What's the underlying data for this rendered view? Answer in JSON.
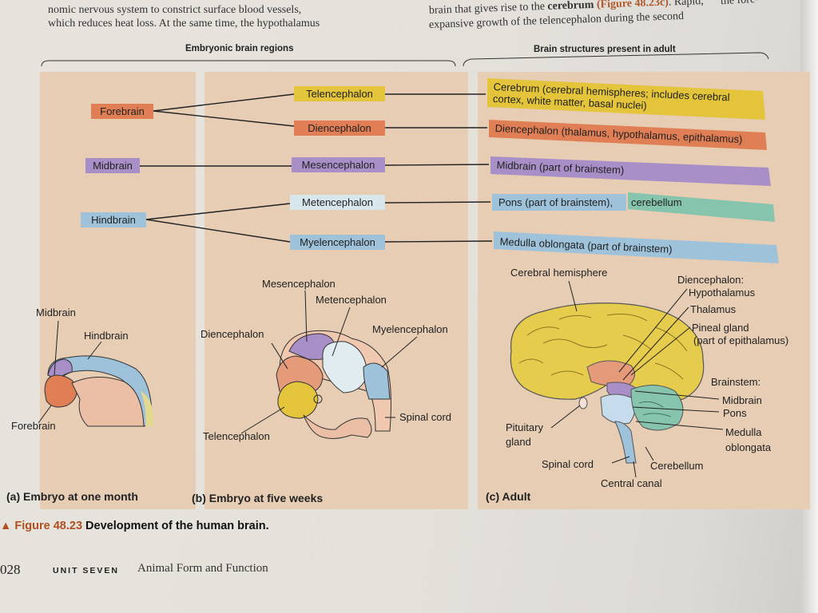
{
  "top_text": {
    "left_line1": "nomic nervous system to constrict surface blood vessels,",
    "left_line2": "which reduces heat loss. At the same time, the hypothalamus",
    "right_line0": "the fore-",
    "right_line1_a": "brain that gives rise to the ",
    "right_line1_b": "cerebrum",
    "right_line1_c": " (Figure 48.23c)",
    "right_line1_d": ". Rapid,",
    "right_line2": "expansive growth of the telencephalon during the second"
  },
  "headers": {
    "embryonic": "Embryonic brain regions",
    "adult": "Brain structures present in adult"
  },
  "regions": {
    "forebrain": "Forebrain",
    "midbrain": "Midbrain",
    "hindbrain": "Hindbrain"
  },
  "embryonic": {
    "telencephalon": "Telencephalon",
    "diencephalon": "Diencephalon",
    "mesencephalon": "Mesencephalon",
    "metencephalon": "Metencephalon",
    "myelencephalon": "Myelencephalon"
  },
  "adult": {
    "cerebrum": "Cerebrum (cerebral hemispheres; includes cerebral cortex, white matter, basal nuclei)",
    "diencephalon": "Diencephalon (thalamus, hypothalamus, epithalamus)",
    "midbrain": "Midbrain (part of brainstem)",
    "pons": "Pons (part of brainstem),",
    "cerebellum": "cerebellum",
    "medulla": "Medulla oblongata (part of brainstem)"
  },
  "panel_a": {
    "midbrain": "Midbrain",
    "hindbrain": "Hindbrain",
    "forebrain": "Forebrain",
    "caption": "(a) Embryo at one month"
  },
  "panel_b": {
    "mesencephalon": "Mesencephalon",
    "metencephalon": "Metencephalon",
    "diencephalon": "Diencephalon",
    "myelencephalon": "Myelencephalon",
    "spinal_cord": "Spinal cord",
    "telencephalon": "Telencephalon",
    "caption": "(b) Embryo at five weeks"
  },
  "panel_c": {
    "cerebral_hemisphere": "Cerebral hemisphere",
    "diencephalon": "Diencephalon:",
    "hypothalamus": "Hypothalamus",
    "thalamus": "Thalamus",
    "pineal_gland": "Pineal gland",
    "part_of_epithalamus": "(part of epithalamus)",
    "brainstem": "Brainstem:",
    "midbrain": "Midbrain",
    "pons": "Pons",
    "medulla": "Medulla",
    "oblongata": "oblongata",
    "pituitary": "Pituitary",
    "gland": "gland",
    "spinal_cord": "Spinal cord",
    "cerebellum": "Cerebellum",
    "central_canal": "Central canal",
    "caption": "(c) Adult"
  },
  "figure_caption": {
    "number": "Figure 48.23",
    "title": "Development of the human brain."
  },
  "footer": {
    "page": "028",
    "unit": "UNIT SEVEN",
    "subtitle": "Animal Form and Function"
  },
  "colors": {
    "panel": "#e6cdb4",
    "forebrain": "#e07f55",
    "telencephalon": "#e3c43a",
    "midbrain": "#a98fc7",
    "hindbrain": "#9fc2db",
    "cerebellum": "#86c4ae",
    "accent": "#b05020"
  }
}
